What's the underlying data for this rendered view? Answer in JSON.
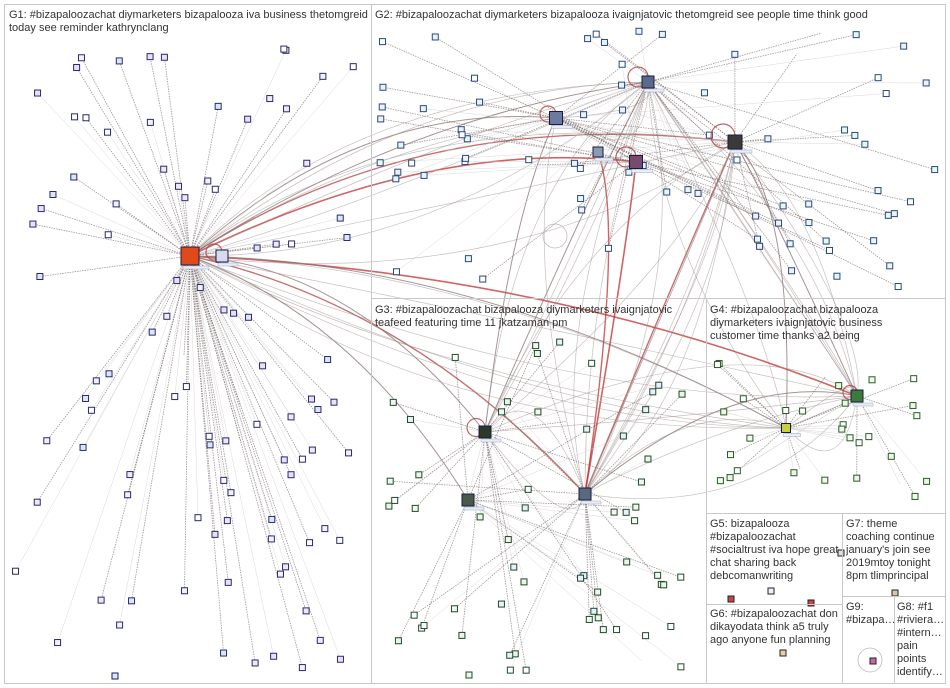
{
  "groups": [
    {
      "id": "G1",
      "label": "G1: #bizapaloozachat diymarketers bizapalooza iva business thetomgreid today see reminder kathrynclang"
    },
    {
      "id": "G2",
      "label": "G2: #bizapaloozachat diymarketers bizapalooza ivaignjatovic thetomgreid see people time think good"
    },
    {
      "id": "G3",
      "label": "G3: #bizapaloozachat bizapalooza diymarketers ivaignjatovic teafeed featuring time 11 jkatzaman pm"
    },
    {
      "id": "G4",
      "label": "G4: #bizapaloozachat bizapalooza diymarketers ivaignjatovic business customer time thanks a2 being"
    },
    {
      "id": "G5",
      "label": "G5: bizapalooza #bizapaloozachat #socialtrust iva hope great chat sharing back debcomanwriting"
    },
    {
      "id": "G6",
      "label": "G6: #bizapaloozachat don dikayodata think a5 truly ago anyone fun planning"
    },
    {
      "id": "G7",
      "label": "G7: theme coaching continue january's join see 2019mtoy tonight 8pm tlimprincipal"
    },
    {
      "id": "G8",
      "label": "G8: #f1 #riviera… #intern… pain points identify…"
    },
    {
      "id": "G9",
      "label": "G9: #bizapa…"
    }
  ],
  "colors": {
    "border": "#c8c8c8",
    "edge_gray": "#7a6a6a",
    "edge_light": "#cfcfcf",
    "edge_red": "#cc2222",
    "node_outline": "#1a1a60"
  },
  "icons": [
    "profile-node-icon",
    "hub-node-icon"
  ]
}
